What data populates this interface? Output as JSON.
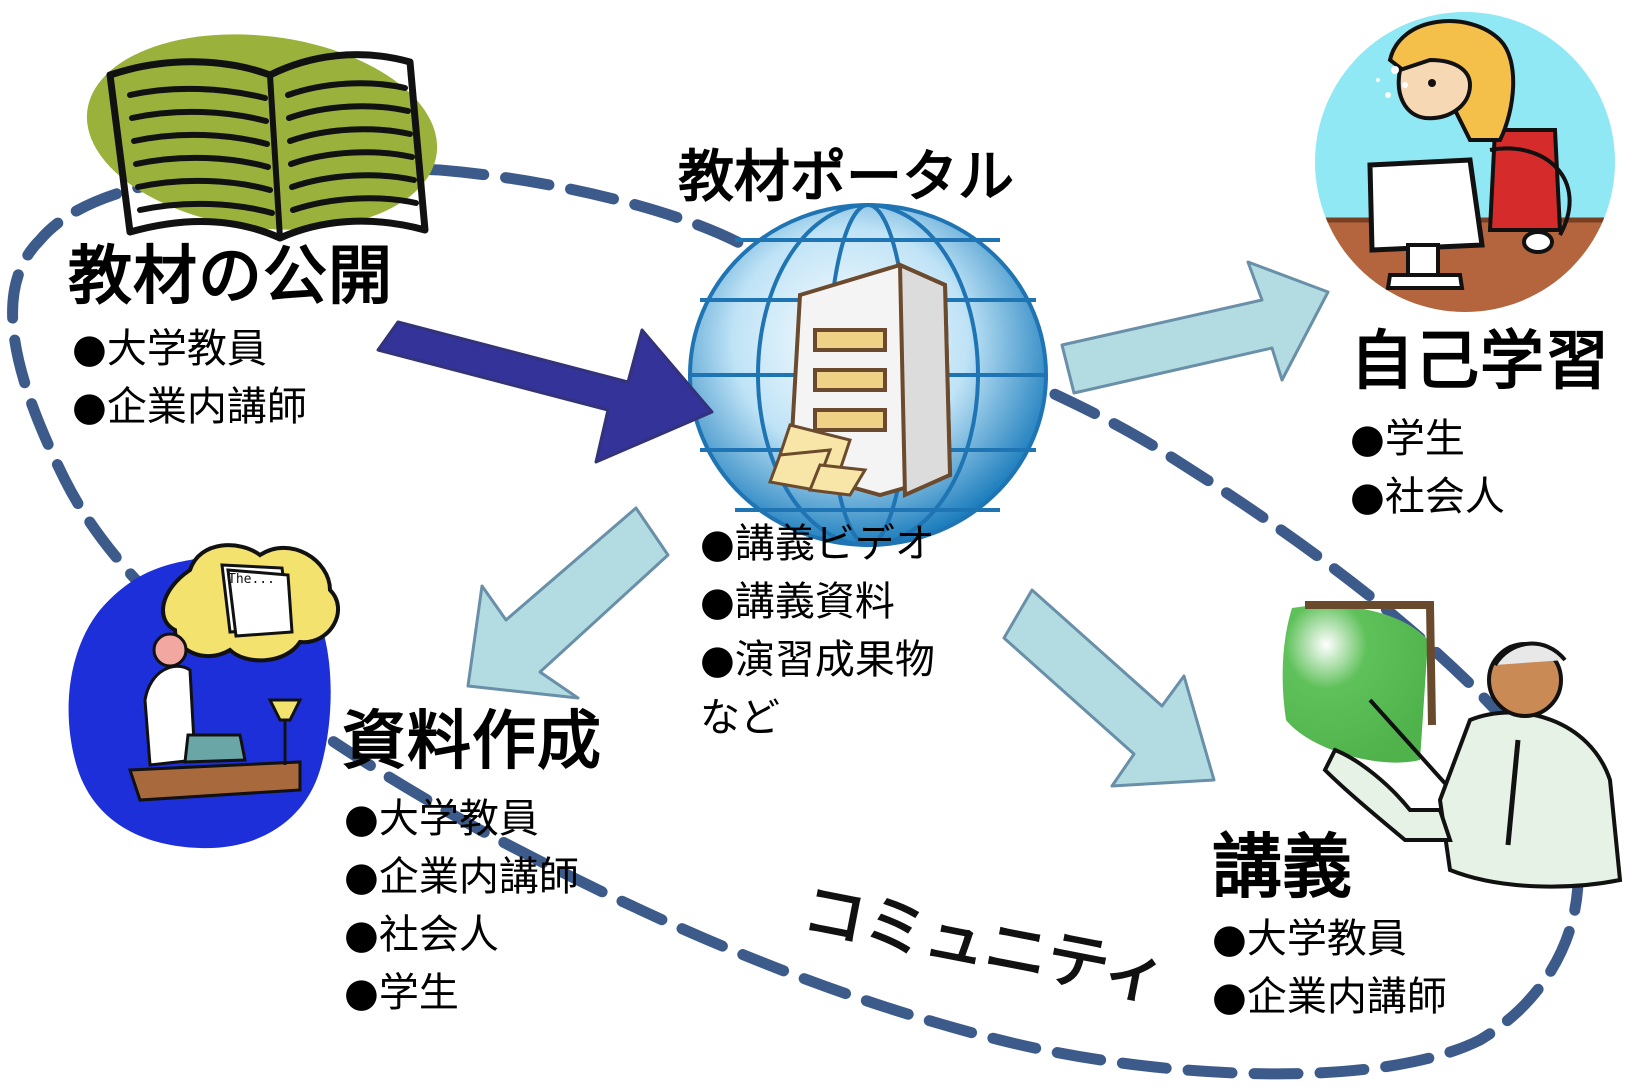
{
  "portal": {
    "title": "教材ポータル",
    "items": [
      "●講義ビデオ",
      "●講義資料",
      "●演習成果物"
    ],
    "footer": "など"
  },
  "publish": {
    "title": "教材の公開",
    "items": [
      "●大学教員",
      "●企業内講師"
    ]
  },
  "self_study": {
    "title": "自己学習",
    "items": [
      "●学生",
      "●社会人"
    ]
  },
  "material_creation": {
    "title": "資料作成",
    "items": [
      "●大学教員",
      "●企業内講師",
      "●社会人",
      "●学生"
    ]
  },
  "lecture": {
    "title": "講義",
    "items": [
      "●大学教員",
      "●企業内講師"
    ]
  },
  "community_label": "コミュニティ",
  "illustrations": {
    "thought_paper_text": "The..."
  },
  "colors": {
    "dashed_loop": "#3d5b8a",
    "publish_arrow": "#33339a",
    "light_arrows": "#b3dce2",
    "book_blob": "#9ab23c",
    "globe": "#2a8ac4",
    "self_study_circle": "#8fe8f4"
  }
}
